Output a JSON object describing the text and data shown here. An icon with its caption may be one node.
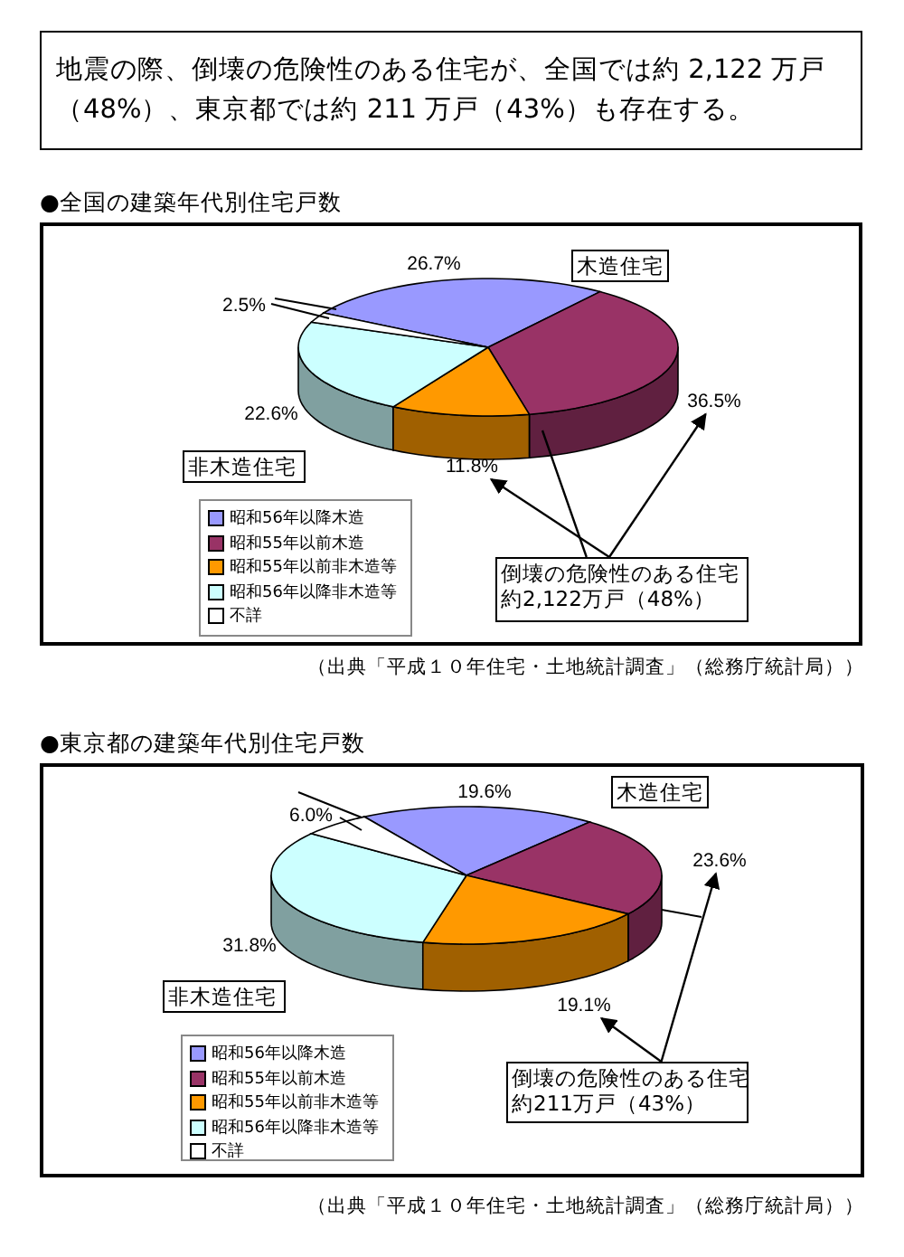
{
  "diagram": {
    "nodes": [
      {
        "text": [
          "地震の際、倒壊の危険性のある住宅が、全国では約 2,122 万戸（48%）、東京都では約 211 万戸（43%）も存在する。"
        ]
      },
      {
        "text": [
          "木造住宅"
        ]
      },
      {
        "text": [
          "非木造住宅"
        ]
      },
      {
        "text": [
          "倒壊の危険性のある住宅",
          "約2,122万戸（48%）"
        ]
      },
      {
        "text": [
          "11.8%"
        ]
      },
      {
        "text": [
          "36.5%"
        ]
      },
      {
        "text": [
          "木造住宅"
        ]
      },
      {
        "text": [
          "非木造住宅"
        ]
      },
      {
        "text": [
          "倒壊の危険性のある住宅",
          "約211万戸（43%）"
        ]
      },
      {
        "text": [
          "19.1%"
        ]
      },
      {
        "text": [
          "23.6%"
        ]
      }
    ],
    "edges": [
      {
        "from": 3,
        "to": 4,
        "arrow": "to"
      },
      {
        "from": 3,
        "to": 5,
        "arrow": "to"
      },
      {
        "from": 3,
        "to": null,
        "arrow": "none"
      },
      {
        "from": 8,
        "to": 9,
        "arrow": "to"
      },
      {
        "from": 8,
        "to": 10,
        "arrow": "to"
      }
    ],
    "labels": [
      "●全国の建築年代別住宅戸数",
      "26.7%",
      "2.5%",
      "22.6%",
      "（出典「平成１０年住宅・土地統計調査」（総務庁統計局））",
      "●東京都の建築年代別住宅戸数",
      "19.6%",
      "6.0%",
      "31.8%",
      "（出典「平成１０年住宅・土地統計調査」（総務庁統計局））"
    ],
    "legend": [
      {
        "text": "昭和56年以降木造",
        "color": "#9999ff"
      },
      {
        "text": "昭和55年以前木造",
        "color": "#993366"
      },
      {
        "text": "昭和55年以前非木造等",
        "color": "#ff9900"
      },
      {
        "text": "昭和56年以降非木造等",
        "color": "#ccffff"
      },
      {
        "text": "不詳",
        "color": "#ffffff"
      },
      {
        "text": "昭和56年以降木造",
        "color": "#9999ff"
      },
      {
        "text": "昭和55年以前木造",
        "color": "#993366"
      },
      {
        "text": "昭和55年以前非木造等",
        "color": "#ff9900"
      },
      {
        "text": "昭和56年以降非木造等",
        "color": "#ccffff"
      },
      {
        "text": "不詳",
        "color": "#ffffff"
      }
    ]
  }
}
